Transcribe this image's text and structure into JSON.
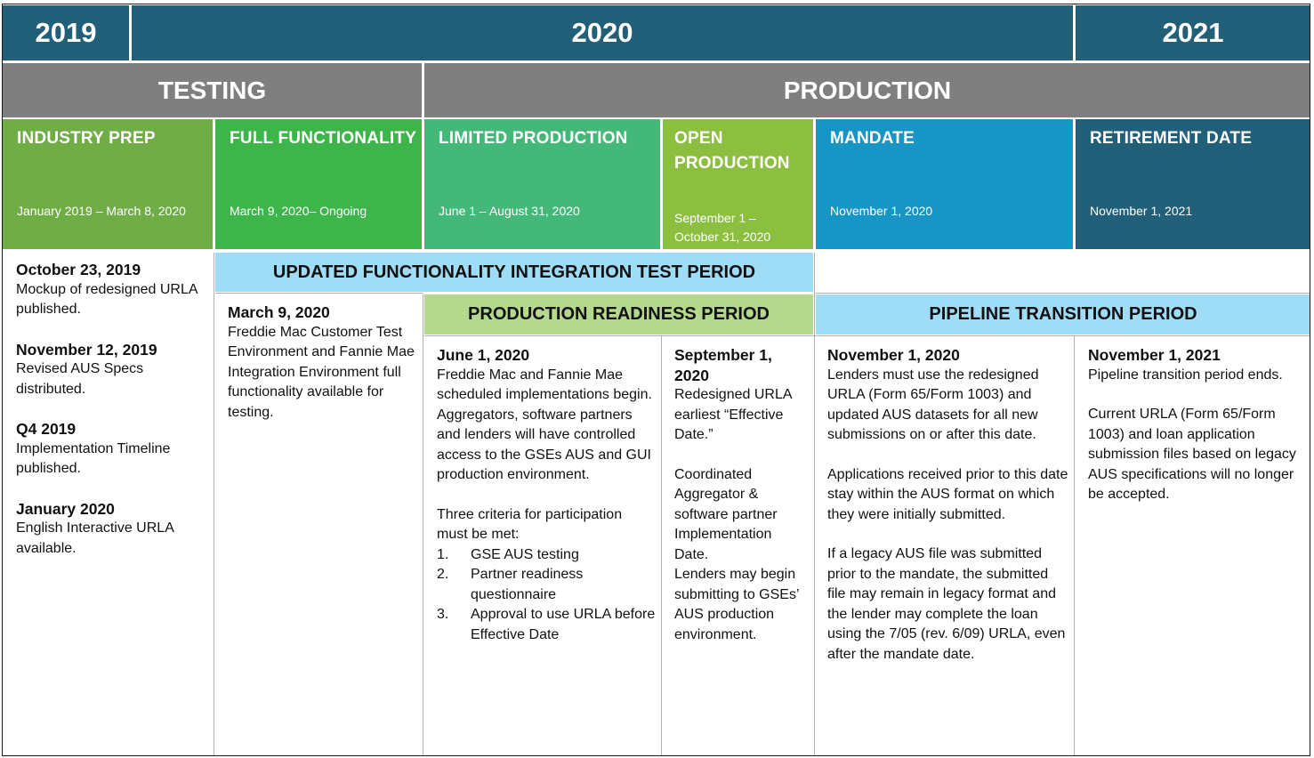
{
  "years": [
    "2019",
    "2020",
    "2021"
  ],
  "phases": {
    "testing": "TESTING",
    "production": "PRODUCTION"
  },
  "stages": [
    {
      "title": "INDUSTRY PREP",
      "dates": "January 2019 – March 8,  2020",
      "color": "#70ad47"
    },
    {
      "title": "FULL FUNCTIONALITY",
      "dates": "March 9, 2020– Ongoing",
      "color": "#3db54a"
    },
    {
      "title": "LIMITED PRODUCTION",
      "dates": "June 1 – August 31, 2020",
      "color": "#43b878"
    },
    {
      "title": "OPEN PRODUCTION",
      "dates": "September 1 – October 31, 2020",
      "color": "#8cbf3f"
    },
    {
      "title": "MANDATE",
      "dates": "November 1,  2020",
      "color": "#1796c5"
    },
    {
      "title": "RETIREMENT DATE",
      "dates": "November 1,  2021",
      "color": "#22607a"
    }
  ],
  "periods": {
    "integration_test": "UPDATED FUNCTIONALITY  INTEGRATION TEST PERIOD",
    "production_readiness": "PRODUCTION READINESS PERIOD",
    "pipeline_transition": "PIPELINE TRANSITION PERIOD"
  },
  "colors": {
    "year_bg": "#22607a",
    "phase_bg": "#7f7f7f",
    "integration_bar": "#9fdcf5",
    "readiness_bar": "#b4d88c",
    "pipeline_bar": "#9fdcf5"
  },
  "milestones_2019": [
    {
      "heading": "October 23, 2019",
      "text": "Mockup of redesigned URLA published."
    },
    {
      "heading": "November 12, 2019",
      "text": "Revised AUS Specs distributed."
    },
    {
      "heading": "Q4 2019",
      "text": "Implementation Timeline published."
    },
    {
      "heading": "January 2020",
      "text": "English Interactive URLA available."
    }
  ],
  "full_functionality": {
    "heading": "March 9, 2020",
    "text": "Freddie Mac Customer Test Environment and Fannie Mae Integration Environment full functionality available for testing."
  },
  "limited_production": {
    "heading": "June 1, 2020",
    "text": "Freddie Mac and Fannie Mae scheduled implementations begin. Aggregators, software partners and lenders will have controlled access to the GSEs AUS and GUI production environment.",
    "criteria_intro": "Three criteria for participation must be met:",
    "criteria": [
      {
        "num": "1.",
        "text": "GSE AUS testing"
      },
      {
        "num": "2.",
        "text": "Partner readiness questionnaire"
      },
      {
        "num": "3.",
        "text": "Approval to use URLA before Effective Date"
      }
    ]
  },
  "open_production": {
    "heading": "September 1, 2020",
    "text1": "Redesigned URLA earliest “Effective Date.”",
    "text2": "Coordinated Aggregator & software partner Implementation Date.",
    "text3": "Lenders may begin submitting to GSEs’ AUS production environment."
  },
  "mandate": {
    "heading": "November 1, 2020",
    "text1": "Lenders must use the redesigned URLA (Form 65/Form 1003) and updated AUS datasets for all new submissions on or after this date.",
    "text2": "Applications received prior to this date stay within the AUS format on which they were initially submitted.",
    "text3": "If a legacy AUS file was submitted prior to the mandate, the submitted file may remain in legacy format and the lender may complete the loan using the 7/05 (rev. 6/09) URLA, even after the mandate date."
  },
  "retirement": {
    "heading": "November 1, 2021",
    "text1": "Pipeline transition period ends.",
    "text2": "Current URLA (Form 65/Form 1003) and loan application submission files based on legacy AUS specifications  will no longer be accepted."
  }
}
